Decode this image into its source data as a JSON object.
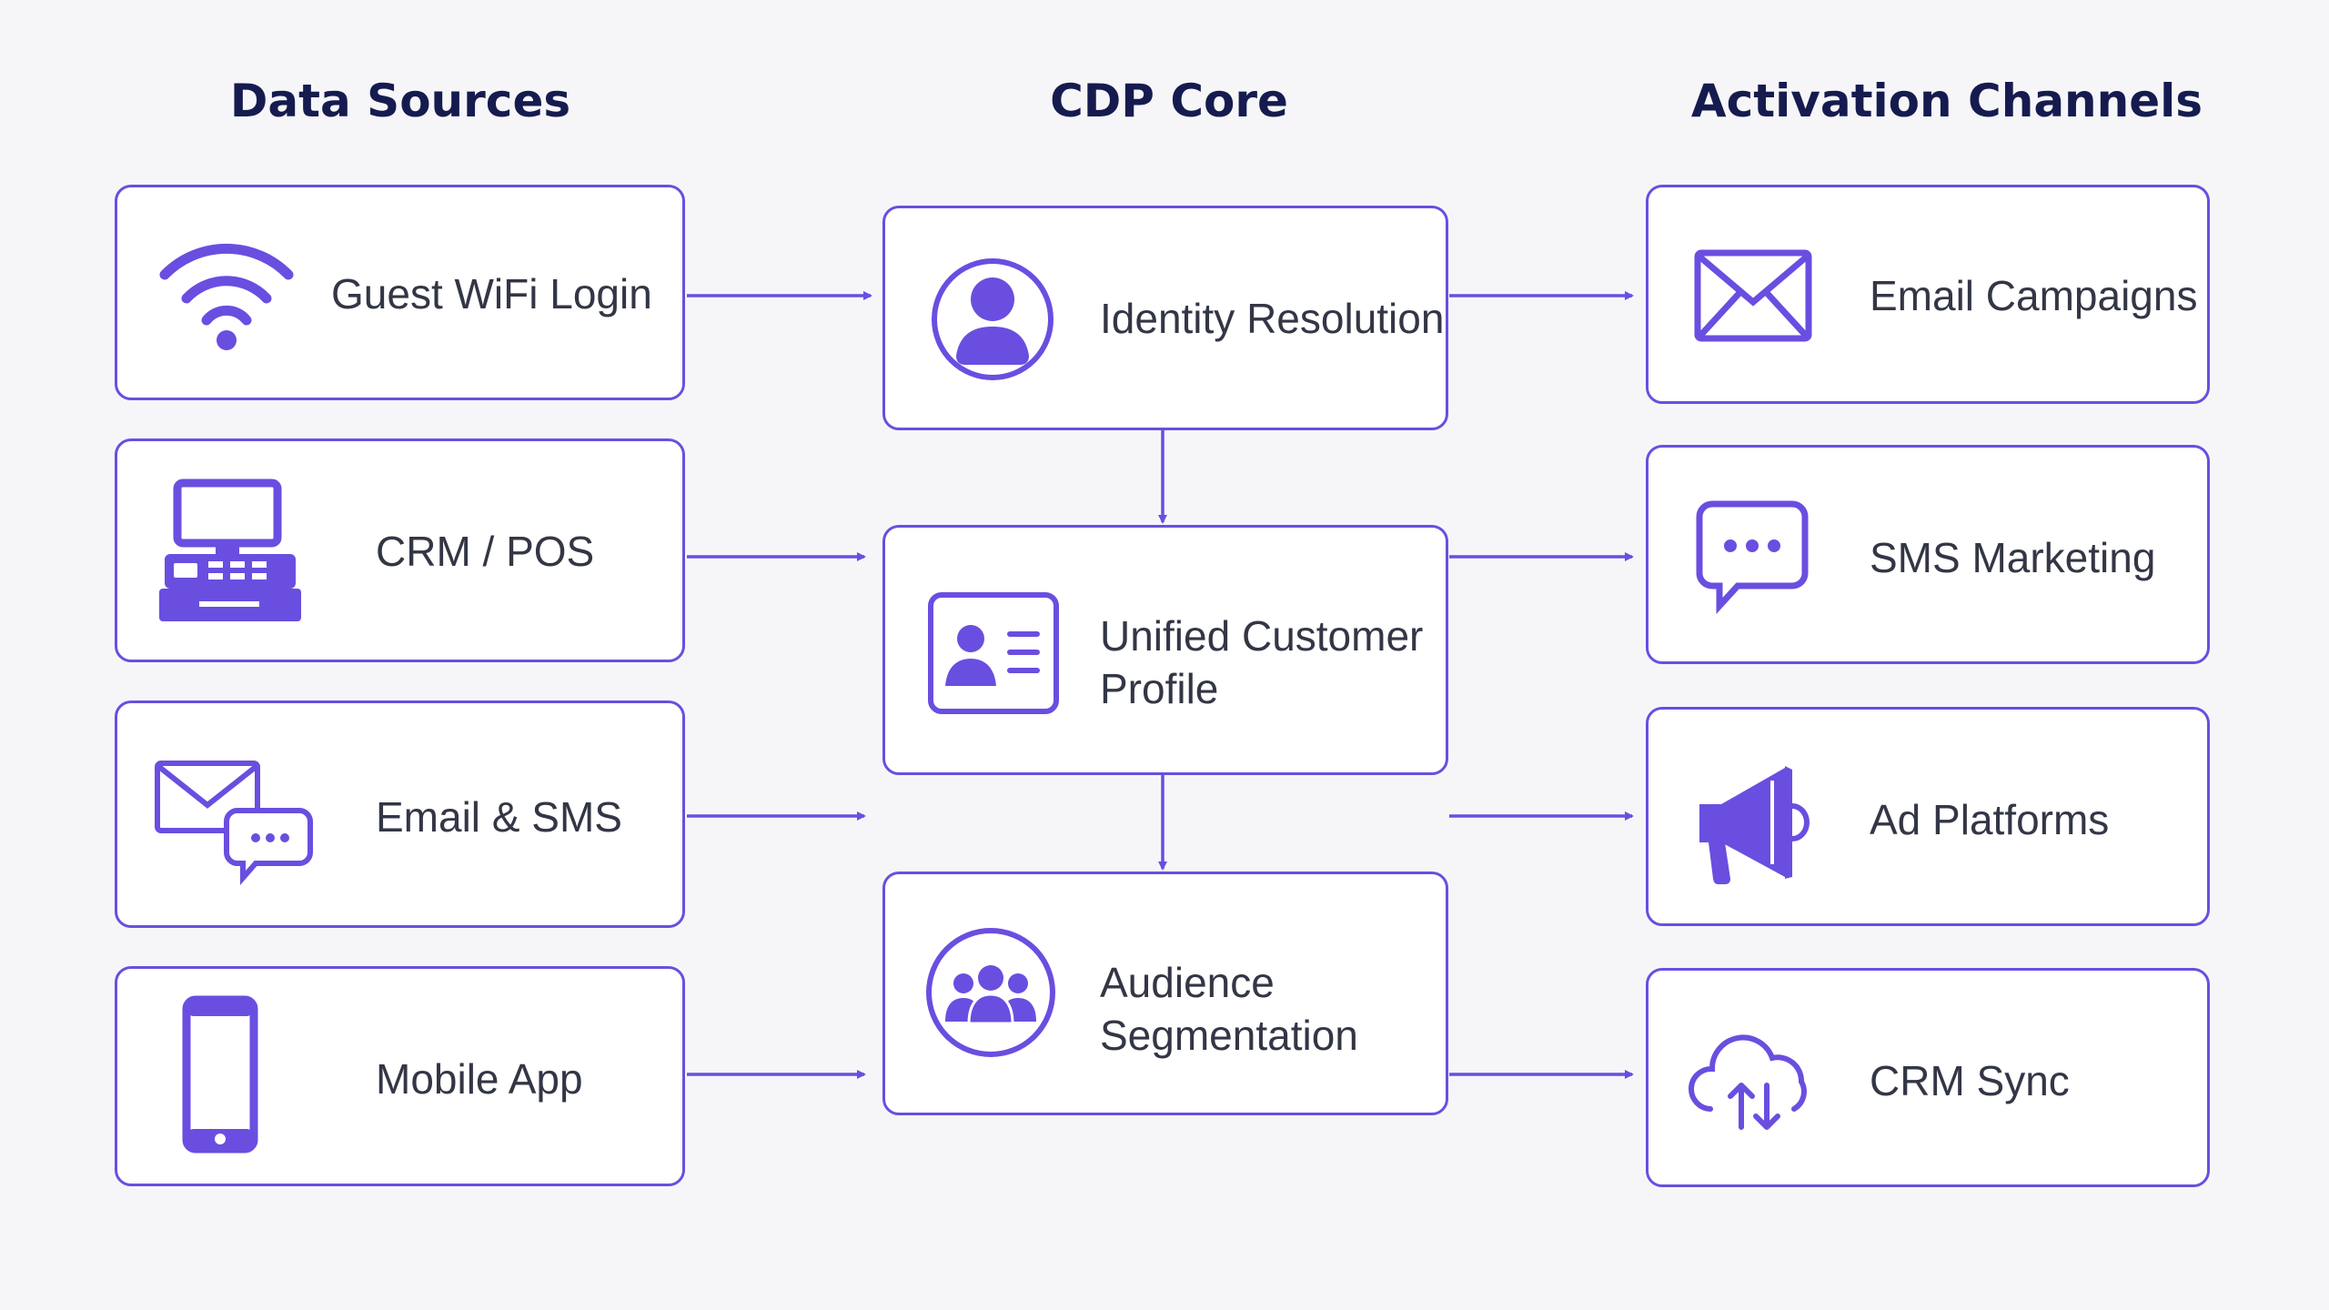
{
  "columns": {
    "sources": "Data Sources",
    "core": "CDP Core",
    "channels": "Activation Channels"
  },
  "sources": [
    {
      "label": "Guest WiFi Login",
      "icon": "wifi-icon"
    },
    {
      "label": "CRM / POS",
      "icon": "pos-terminal-icon"
    },
    {
      "label": "Email & SMS",
      "icon": "email-chat-icon"
    },
    {
      "label": "Mobile App",
      "icon": "mobile-phone-icon"
    }
  ],
  "core": [
    {
      "label": "Identity Resolution",
      "icon": "user-circle-icon"
    },
    {
      "line1": "Unified Customer",
      "line2": "Profile",
      "icon": "id-card-icon"
    },
    {
      "line1": "Audience",
      "line2": "Segmentation",
      "icon": "group-icon"
    }
  ],
  "channels": [
    {
      "label": "Email Campaigns",
      "icon": "envelope-icon"
    },
    {
      "label": "SMS Marketing",
      "icon": "chat-bubble-icon"
    },
    {
      "label": "Ad Platforms",
      "icon": "megaphone-icon"
    },
    {
      "label": "CRM Sync",
      "icon": "cloud-sync-icon"
    }
  ],
  "colors": {
    "accent": "#6a4ee0",
    "title": "#161b4f",
    "text": "#333645",
    "background": "#f6f6f9"
  }
}
